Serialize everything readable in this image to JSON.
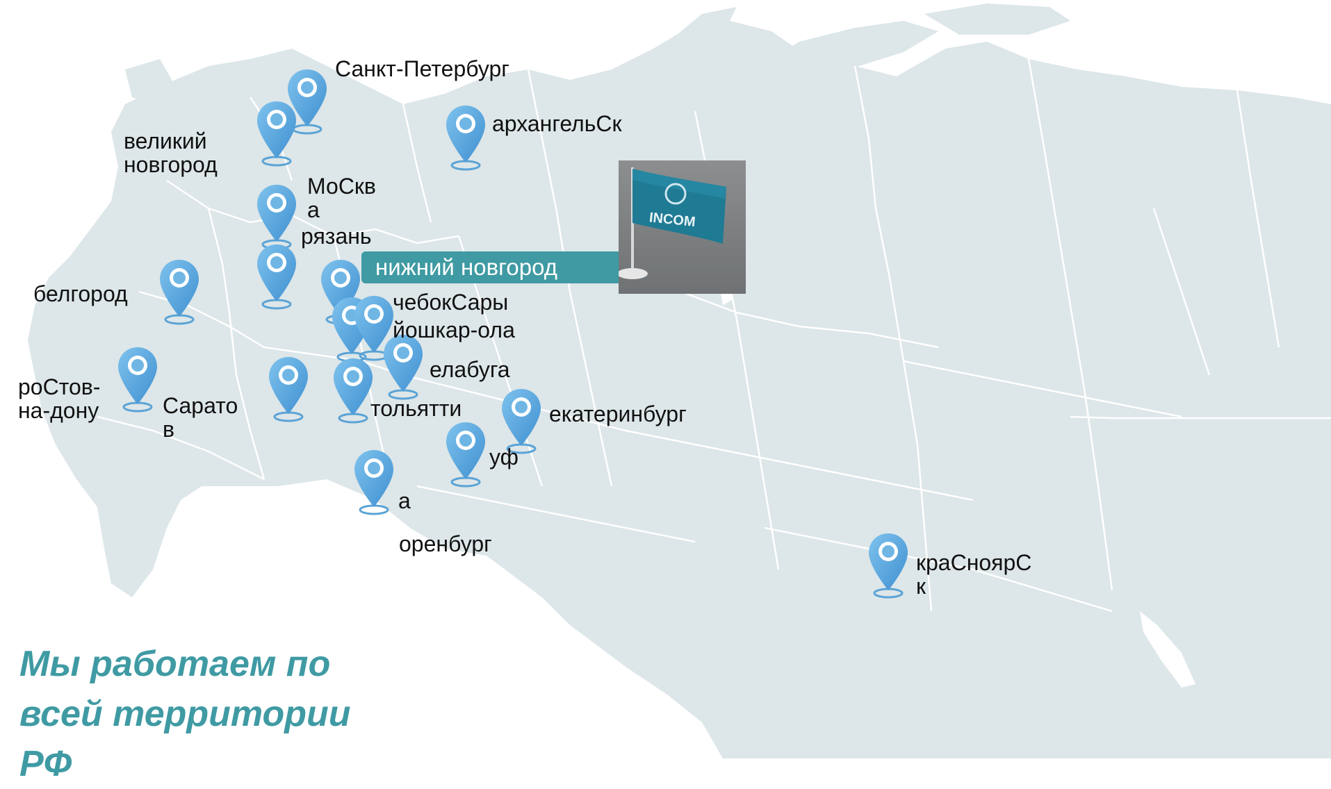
{
  "map": {
    "land_color": "#dde6e8",
    "border_color": "#ffffff",
    "pin_color": "#3f8fd0",
    "accent_color": "#3f9aa3"
  },
  "cities": [
    {
      "id": "saint-petersburg",
      "label": "Санкт-Петербург"
    },
    {
      "id": "velikiy-novgorod",
      "label": "великий\nновгород"
    },
    {
      "id": "arkhangelsk",
      "label": "архангельСк"
    },
    {
      "id": "moscow",
      "label": "МоСкв\nа"
    },
    {
      "id": "ryazan",
      "label": "рязань"
    },
    {
      "id": "belgorod",
      "label": "белгород"
    },
    {
      "id": "cheboksary",
      "label": "чебокСары"
    },
    {
      "id": "yoshkar-ola",
      "label": "йошкар-ола"
    },
    {
      "id": "elabuga",
      "label": "елабуга"
    },
    {
      "id": "rostov",
      "label": "роСтов-\nна-дону"
    },
    {
      "id": "saratov",
      "label": "Сарато\nв"
    },
    {
      "id": "tolyatti",
      "label": "тольятти"
    },
    {
      "id": "ekaterinburg",
      "label": "екатеринбург"
    },
    {
      "id": "ufa",
      "label": "уф"
    },
    {
      "id": "samara-a",
      "label": "а"
    },
    {
      "id": "orenburg",
      "label": "оренбург"
    },
    {
      "id": "krasnoyarsk",
      "label": "краСноярС\nк"
    }
  ],
  "headquarters": {
    "label": "нижний новгород",
    "flag_text": "INCOM"
  },
  "tagline": "Мы работаем по\nвсей  территории\nРФ"
}
